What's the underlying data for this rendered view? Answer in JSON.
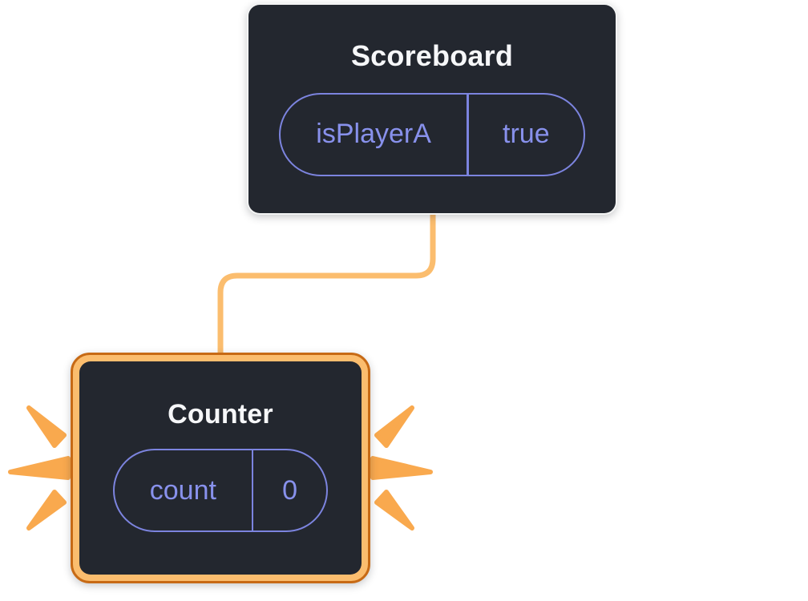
{
  "diagram": {
    "scoreboard": {
      "title": "Scoreboard",
      "state": {
        "key": "isPlayerA",
        "value": "true"
      }
    },
    "counter": {
      "title": "Counter",
      "state": {
        "key": "count",
        "value": "0"
      }
    }
  },
  "colors": {
    "background": "#FFFFFF",
    "slate": "#23272F",
    "title-text": "#F6F7F9",
    "purple": "#8891EC",
    "purple-border": "#7C84DF",
    "orange-line": "#FBBD6E",
    "orange-border-outer": "#C76A15",
    "orange-border-inner": "#FBBD6E",
    "ray": "#F9A94E"
  }
}
